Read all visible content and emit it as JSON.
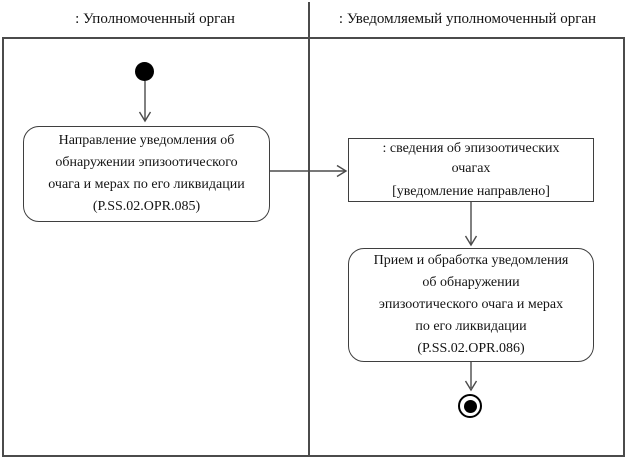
{
  "diagram": {
    "type": "uml-activity-diagram",
    "colors": {
      "line": "#4b4b4b",
      "node_border": "#3f3f3f",
      "text": "#141414",
      "background": "#ffffff",
      "terminal_node": "#000000"
    },
    "lanes": [
      {
        "title": ": Уполномоченный орган"
      },
      {
        "title": ": Уведомляемый уполномоченный орган"
      }
    ],
    "nodes": {
      "activity_send": {
        "lines": [
          "Направление уведомления об",
          "обнаружении эпизоотического",
          "очага и мерах по его ликвидации",
          "(P.SS.02.OPR.085)"
        ]
      },
      "object_info": {
        "name_lines": [
          ": сведения об эпизоотических",
          "очагах"
        ],
        "state": "[уведомление направлено]"
      },
      "activity_receive": {
        "lines": [
          "Прием и обработка уведомления",
          "об обнаружении",
          "эпизоотического очага и мерах",
          "по его ликвидации",
          "(P.SS.02.OPR.086)"
        ]
      }
    }
  }
}
